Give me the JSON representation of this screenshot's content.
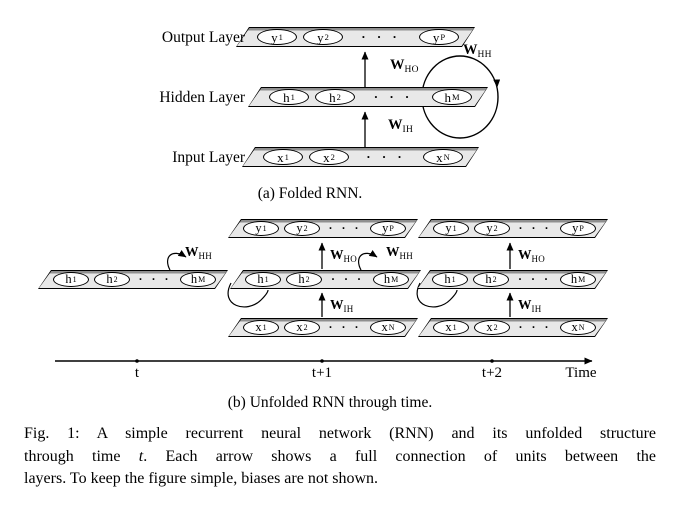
{
  "panel_a": {
    "caption": "(a) Folded RNN.",
    "labels": [
      "Output Layer",
      "Hidden Layer",
      "Input Layer"
    ]
  },
  "panel_b": {
    "caption": "(b) Unfolded RNN through time.",
    "ticks": [
      "t",
      "t+1",
      "t+2"
    ],
    "axis_label": "Time"
  },
  "units": {
    "y": [
      {
        "base": "y",
        "sub": "1"
      },
      {
        "base": "y",
        "sub": "2"
      },
      {
        "base": "y",
        "sub": "P"
      }
    ],
    "h": [
      {
        "base": "h",
        "sub": "1"
      },
      {
        "base": "h",
        "sub": "2"
      },
      {
        "base": "h",
        "sub": "M"
      }
    ],
    "x": [
      {
        "base": "x",
        "sub": "1"
      },
      {
        "base": "x",
        "sub": "2"
      },
      {
        "base": "x",
        "sub": "N"
      }
    ]
  },
  "dots": "· · ·",
  "weights": {
    "HO": {
      "base": "W",
      "sub": "HO"
    },
    "IH": {
      "base": "W",
      "sub": "IH"
    },
    "HH": {
      "base": "W",
      "sub": "HH"
    }
  },
  "figure_caption": {
    "line1": "Fig. 1: A simple recurrent neural network (RNN) and its unfolded structure",
    "line2_pre": "through time ",
    "line2_var": "t",
    "line2_post": ". Each arrow shows a full connection of units between the",
    "line3": "layers. To keep the figure simple, biases are not shown."
  },
  "colors": {
    "slab_fill": "#e8e8e8",
    "slab_top_edge": "#8f8f8f",
    "ink": "#000000"
  }
}
